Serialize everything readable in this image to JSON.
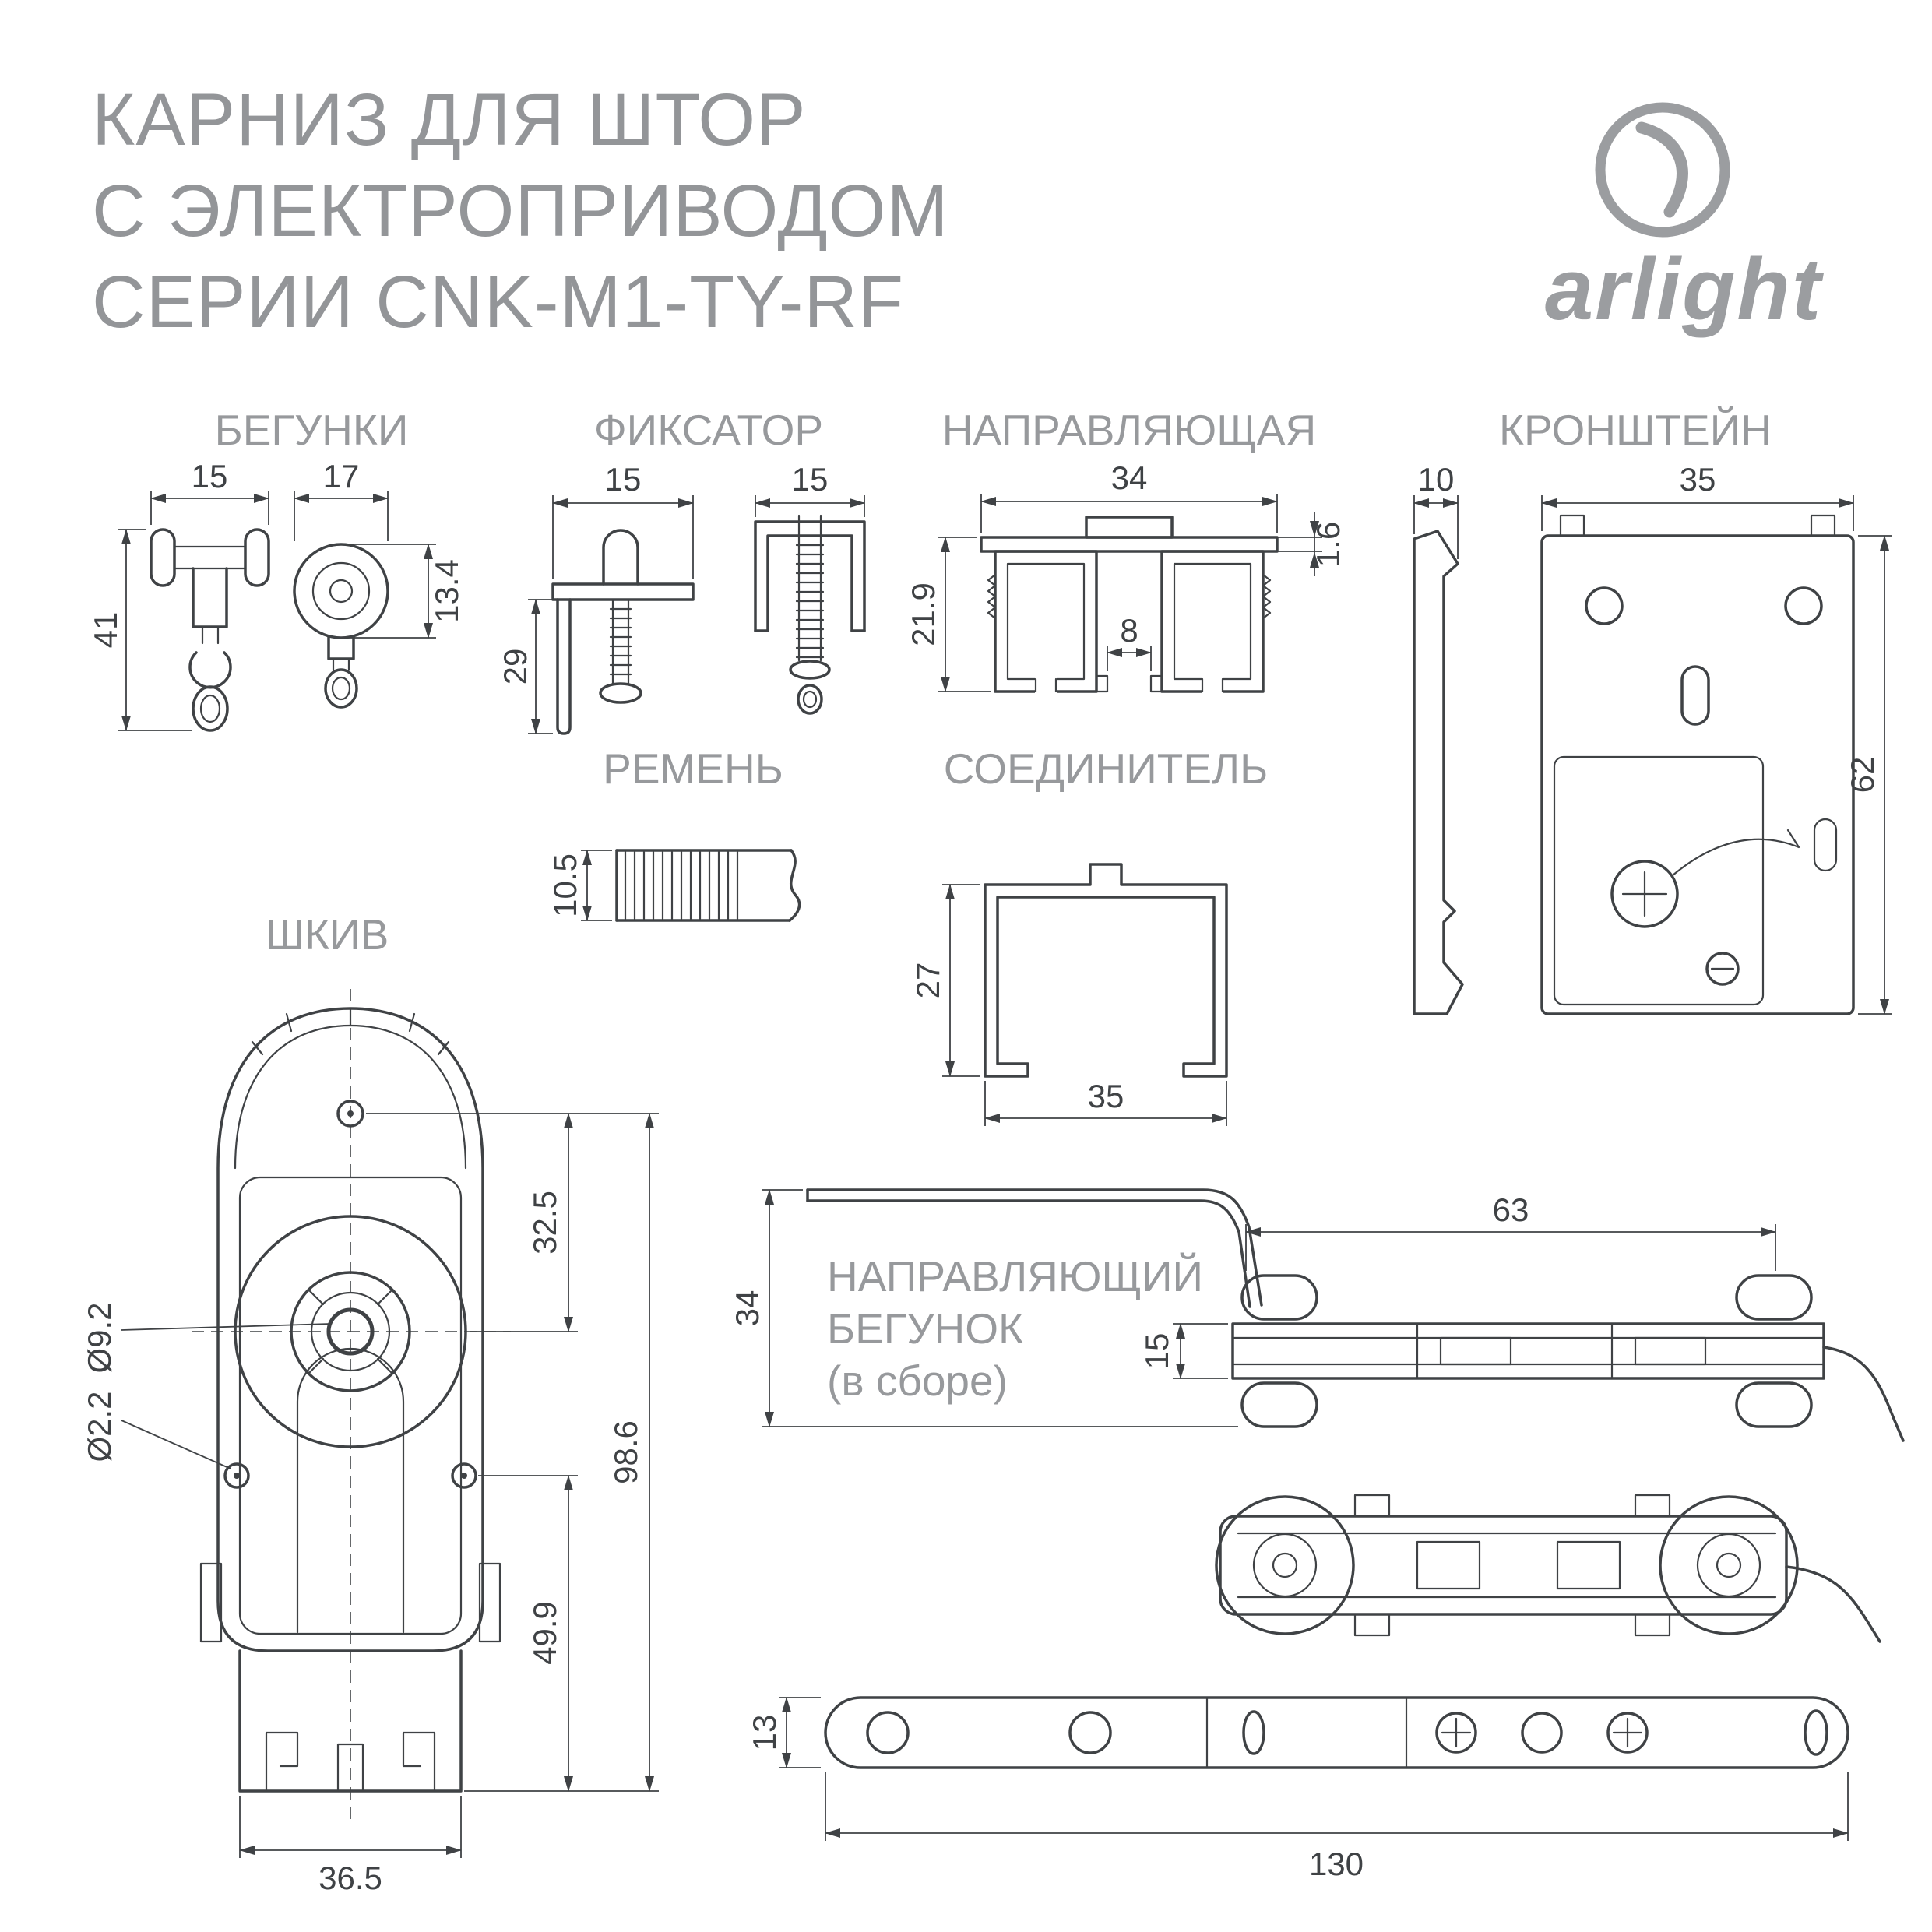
{
  "page": {
    "title_lines": [
      "КАРНИЗ ДЛЯ ШТОР",
      "С ЭЛЕКТРОПРИВОДОМ",
      "СЕРИИ CNK-M1-TY-RF"
    ],
    "brand": "arlight"
  },
  "colors": {
    "text_grey": "#97999c",
    "line_dark": "#3f4245",
    "background": "#ffffff"
  },
  "sections": {
    "runners": {
      "label": "БЕГУНКИ",
      "dims": {
        "w1": "15",
        "w2": "17",
        "h1": "41",
        "h2": "13.4"
      }
    },
    "fixator": {
      "label": "ФИКСАТОР",
      "dims": {
        "w1": "15",
        "w2": "15",
        "h": "29"
      }
    },
    "rail": {
      "label": "НАПРАВЛЯЮЩАЯ",
      "dims": {
        "w": "34",
        "t": "1.6",
        "h": "21.9",
        "slot": "8"
      }
    },
    "bracket": {
      "label": "КРОНШТЕЙН",
      "dims": {
        "side_w": "10",
        "front_w": "35",
        "h": "62"
      }
    },
    "belt": {
      "label": "РЕМЕНЬ",
      "dims": {
        "h": "10.5"
      }
    },
    "connector": {
      "label": "СОЕДИНИТЕЛЬ",
      "dims": {
        "h": "27",
        "w": "35"
      }
    },
    "pulley": {
      "label": "ШКИВ",
      "dims": {
        "d1": "Ø9.2",
        "d2": "Ø2.2",
        "a": "32.5",
        "b": "49.9",
        "total": "98.6",
        "w": "36.5"
      }
    },
    "guide_runner": {
      "label_lines": [
        "НАПРАВЛЯЮЩИЙ",
        "БЕГУНОК",
        "(в сборе)"
      ],
      "dims": {
        "arm": "63",
        "height": "34",
        "body": "15",
        "bar": "13",
        "length": "130"
      }
    }
  }
}
